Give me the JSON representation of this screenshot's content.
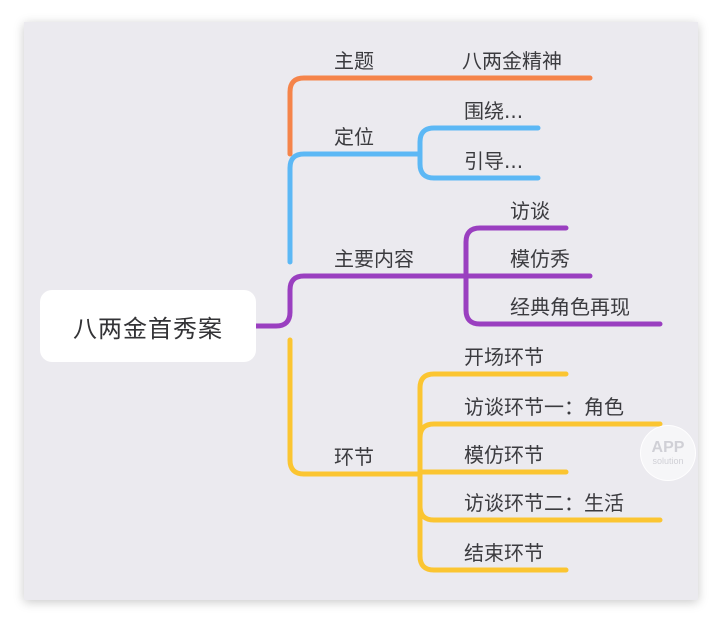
{
  "diagram": {
    "root": {
      "label": "八两金首秀案"
    },
    "branches": [
      {
        "id": "theme",
        "label": "主题",
        "color": "#f5844a",
        "children": [
          {
            "label": "八两金精神"
          }
        ]
      },
      {
        "id": "position",
        "label": "定位",
        "color": "#5cb8f5",
        "children": [
          {
            "label": "围绕..."
          },
          {
            "label": "引导..."
          }
        ]
      },
      {
        "id": "content",
        "label": "主要内容",
        "color": "#9a3fc0",
        "children": [
          {
            "label": "访谈"
          },
          {
            "label": "模仿秀"
          },
          {
            "label": "经典角色再现"
          }
        ]
      },
      {
        "id": "segments",
        "label": "环节",
        "color": "#fbc531",
        "children": [
          {
            "label": "开场环节"
          },
          {
            "label": "访谈环节一：角色"
          },
          {
            "label": "模仿环节"
          },
          {
            "label": "访谈环节二：生活"
          },
          {
            "label": "结束环节"
          }
        ]
      }
    ],
    "watermark": {
      "line1": "APP",
      "line2": "solution"
    }
  }
}
